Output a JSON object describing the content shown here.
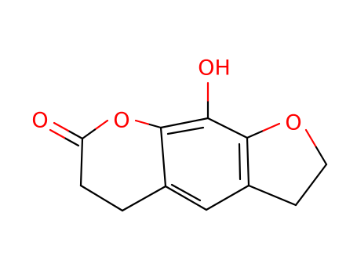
{
  "molecule": {
    "atoms": {
      "carbonyl_O": "O",
      "ring_O": "O",
      "furan_O": "O",
      "hydroxyl": "OH"
    }
  },
  "colors": {
    "bond": "#000000",
    "oxygen": "#ff0000",
    "background": "#ffffff"
  }
}
